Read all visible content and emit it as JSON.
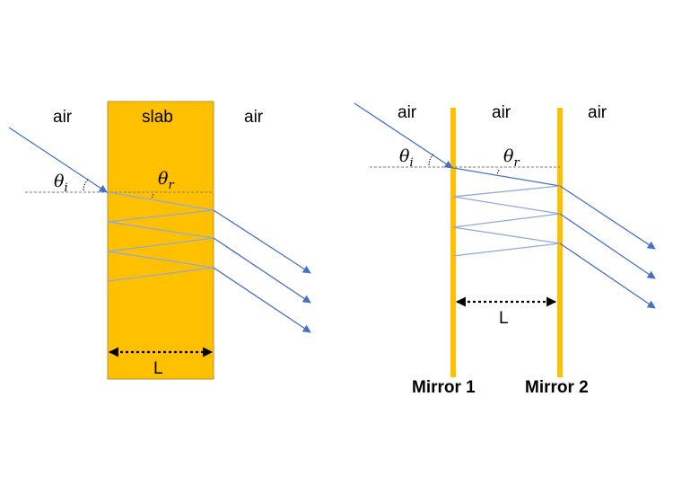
{
  "colors": {
    "slab_fill": "#FFC000",
    "slab_stroke": "#B89230",
    "mirror": "#FFC000",
    "ray": "#4472C4",
    "inner_ray": "#8FAADC",
    "normal_line": "#7f7f7f"
  },
  "left_diagram": {
    "label_air_left": "air",
    "label_slab": "slab",
    "label_air_right": "air",
    "theta_i_symbol": "θ",
    "theta_i_subscript": "i",
    "theta_r_symbol": "θ",
    "theta_r_subscript": "r",
    "length_label": "L"
  },
  "right_diagram": {
    "label_air_left": "air",
    "label_air_middle": "air",
    "label_air_right": "air",
    "theta_i_symbol": "θ",
    "theta_i_subscript": "i",
    "theta_r_symbol": "θ",
    "theta_r_subscript": "r",
    "length_label": "L",
    "mirror_1_label": "Mirror 1",
    "mirror_2_label": "Mirror 2"
  }
}
